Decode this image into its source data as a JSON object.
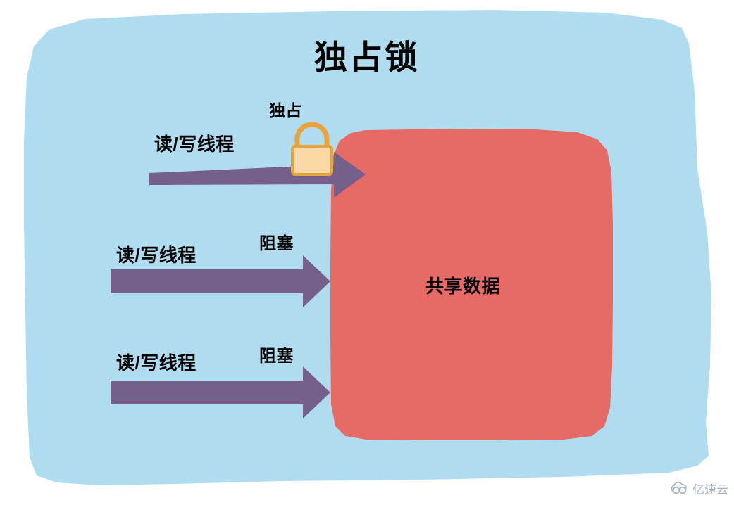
{
  "diagram": {
    "title": "独占锁",
    "shared_data_label": "共享数据",
    "exclusive_label": "独占",
    "lock_icon": "padlock-icon",
    "threads": [
      {
        "label": "读/写线程",
        "status": "",
        "state": "acquired"
      },
      {
        "label": "读/写线程",
        "status": "阻塞",
        "state": "blocked"
      },
      {
        "label": "读/写线程",
        "status": "阻塞",
        "state": "blocked"
      }
    ],
    "colors": {
      "panel_background": "#b0dcf0",
      "shared_data_box": "#e66a66",
      "arrow": "#75608c",
      "lock_body": "#fad9a6",
      "lock_outline": "#e8a33d",
      "text": "#000000",
      "page_background": "#ffffff"
    }
  },
  "watermark": {
    "text": "亿速云",
    "icon": "cloud-logo-icon"
  }
}
